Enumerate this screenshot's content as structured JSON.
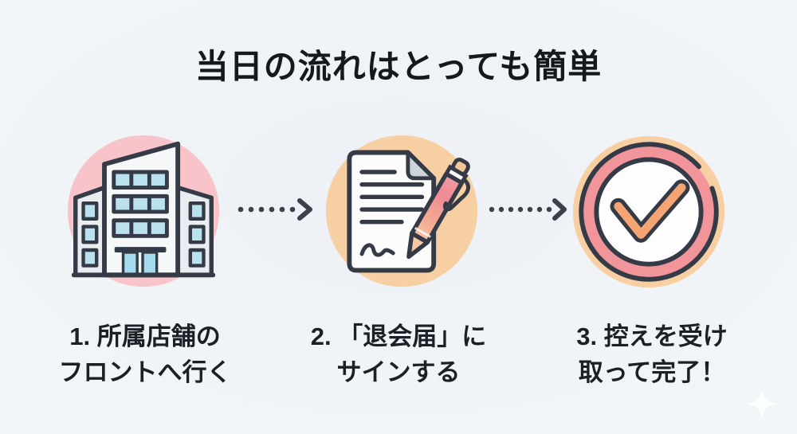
{
  "title": "当日の流れはとっても簡単",
  "steps": [
    {
      "number": "1",
      "icon": "building-icon",
      "line1": "1. 所属店舗の",
      "line2": "フロントへ行く",
      "circle_color": "#f8c4c9"
    },
    {
      "number": "2",
      "icon": "document-pen-icon",
      "line1": "2. 「退会届」に",
      "line2": "サインする",
      "circle_color": "#f6cfa2"
    },
    {
      "number": "3",
      "icon": "check-badge-icon",
      "line1": "3. 控えを受け",
      "line2": "取って完了！",
      "circle_color": "#f8cfa3"
    }
  ],
  "arrows": [
    {
      "icon": "dotted-arrow-icon",
      "direction": "right"
    },
    {
      "icon": "dotted-arrow-icon",
      "direction": "right"
    }
  ],
  "decor": {
    "icon": "sparkle-icon"
  },
  "colors": {
    "background": "#f0f4f7",
    "title_text": "#15181d",
    "label_text": "#1b1f26",
    "outline_dark": "#343b46",
    "window_blue": "#b9e1ee",
    "door_blue": "#a5dbec",
    "wing_gray": "#e9edf0",
    "paper_white": "#fcfcfc",
    "fold_gray": "#cdd5da",
    "pen_pink": "#ee8a94",
    "pen_tip_peach": "#f8c9a4",
    "ring_pink": "#f2959b",
    "check_orange": "#f5a473",
    "arrow_dark": "#3b414b",
    "sparkle_white": "#ffffff"
  }
}
